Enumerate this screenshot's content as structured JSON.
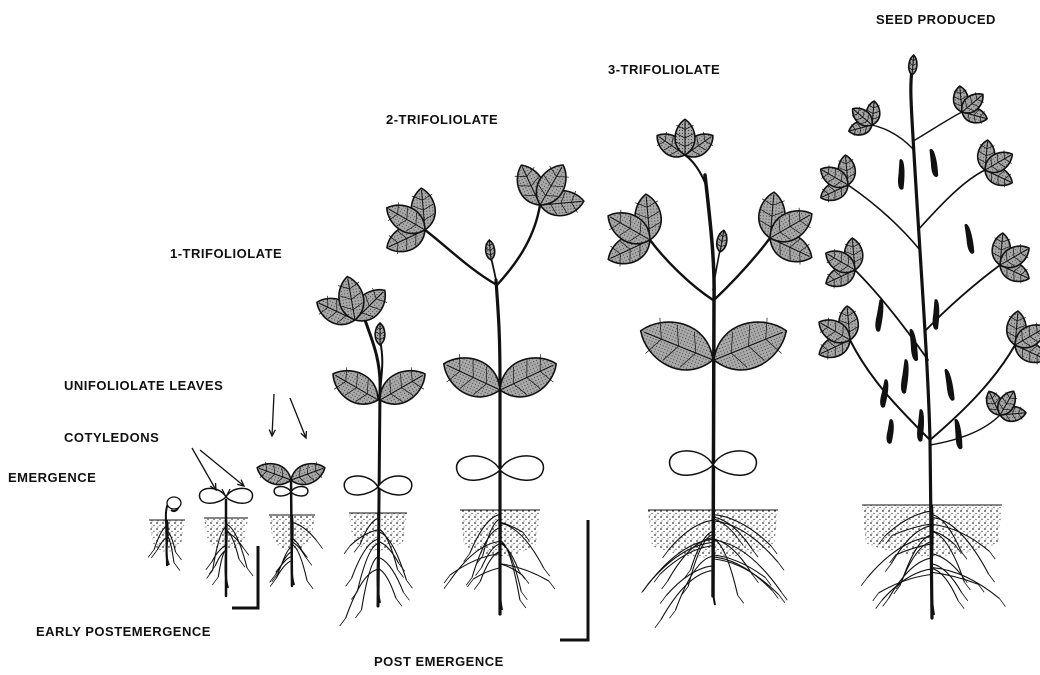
{
  "diagram": {
    "stages": [
      {
        "id": "emergence",
        "label": "EMERGENCE"
      },
      {
        "id": "cotyledons",
        "label": "COTYLEDONS"
      },
      {
        "id": "unifoliolate",
        "label": "UNIFOLIOLATE LEAVES"
      },
      {
        "id": "trifoliolate-1",
        "label": "1-TRIFOLIOLATE"
      },
      {
        "id": "trifoliolate-2",
        "label": "2-TRIFOLIOLATE"
      },
      {
        "id": "trifoliolate-3",
        "label": "3-TRIFOLIOLATE"
      },
      {
        "id": "seed-produced",
        "label": "SEED PRODUCED"
      }
    ],
    "periods": [
      {
        "id": "early-postemergence",
        "label": "EARLY POSTEMERGENCE"
      },
      {
        "id": "post-emergence",
        "label": "POST EMERGENCE"
      }
    ]
  },
  "colors": {
    "ink": "#111111",
    "leaf_fill": "#9a9a9a",
    "soil": "#555555",
    "background": "#ffffff"
  }
}
